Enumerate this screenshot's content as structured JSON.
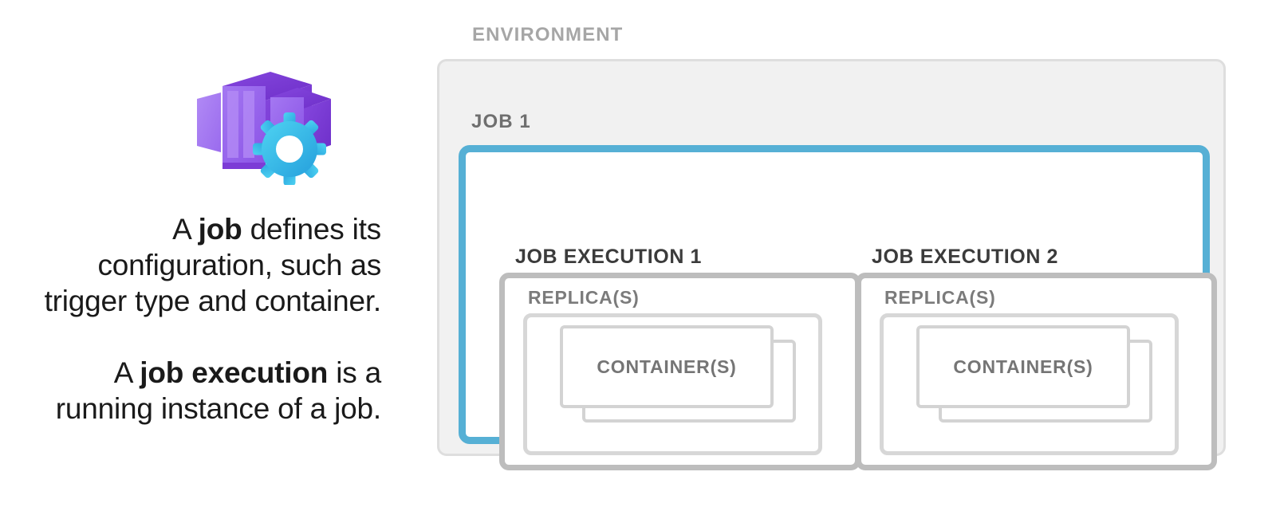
{
  "left": {
    "icon_name": "container-app-job-icon",
    "icon_colors": {
      "purple_light": "#A67BF0",
      "purple_mid": "#9061E8",
      "purple_dark": "#7B38D8",
      "purple_side": "#6E2FC9",
      "gear_light": "#46CBF0",
      "gear_dark": "#2BA6DF"
    },
    "paragraphs": [
      {
        "lines": [
          {
            "prefix": "A ",
            "bold": "job",
            "suffix": " defines its"
          },
          {
            "prefix": "configuration, such as",
            "bold": "",
            "suffix": ""
          },
          {
            "prefix": "trigger type and container.",
            "bold": "",
            "suffix": ""
          }
        ]
      },
      {
        "lines": [
          {
            "prefix": "A ",
            "bold": "job execution",
            "suffix": " is a"
          },
          {
            "prefix": "running instance of a job.",
            "bold": "",
            "suffix": ""
          }
        ]
      }
    ]
  },
  "diagram": {
    "environment_label": "ENVIRONMENT",
    "job_label": "JOB 1",
    "accent_color": "#56B0D5",
    "environment_fill": "#F1F1F1",
    "executions": [
      {
        "title": "JOB EXECUTION 1",
        "replica_label": "REPLICA(S)",
        "container_label": "CONTAINER(S)"
      },
      {
        "title": "JOB EXECUTION 2",
        "replica_label": "REPLICA(S)",
        "container_label": "CONTAINER(S)"
      }
    ]
  }
}
